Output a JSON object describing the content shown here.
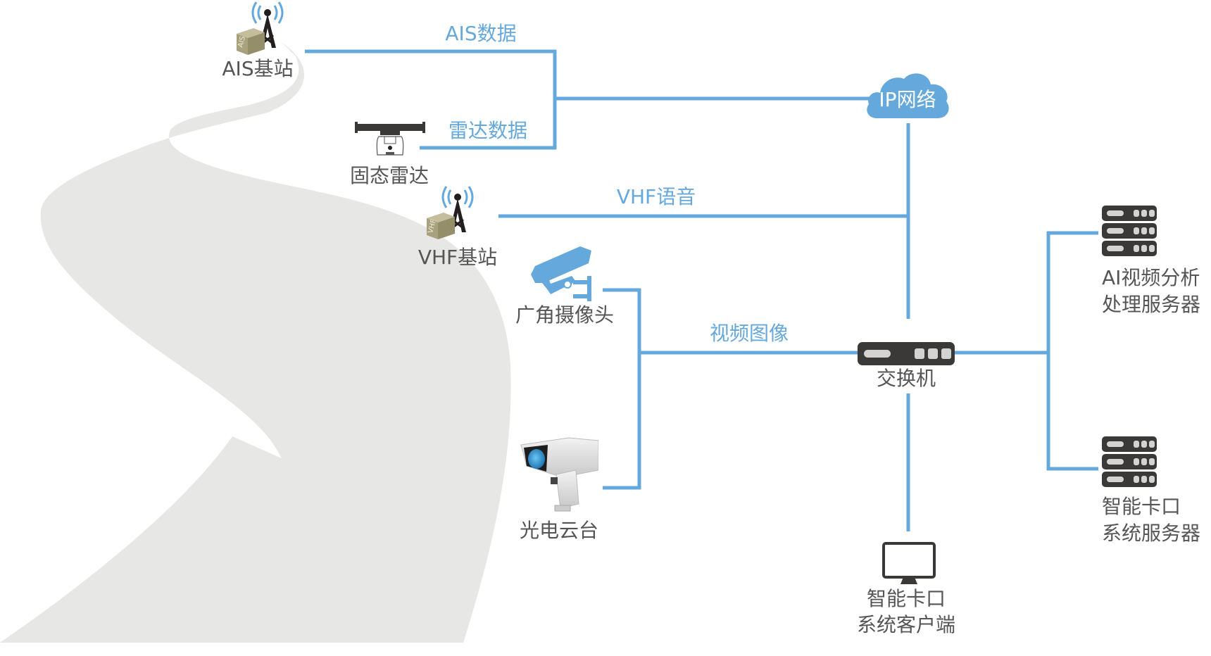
{
  "diagram": {
    "colors": {
      "link": "#65a8dc",
      "road": "#e7e7e6",
      "device_dark": "#3a3938",
      "box_khaki": "#a8a17d",
      "label_text": "#555555"
    },
    "nodes": {
      "ais_station": {
        "label": "AIS基站",
        "box_text": "AIS",
        "icon": "radio-tower-icon"
      },
      "radar": {
        "label": "固态雷达",
        "icon": "solid-state-radar-icon"
      },
      "vhf_station": {
        "label": "VHF基站",
        "box_text": "VHF",
        "icon": "radio-tower-icon"
      },
      "wide_camera": {
        "label": "广角摄像头",
        "icon": "security-camera-icon"
      },
      "ptz_camera": {
        "label": "光电云台",
        "icon": "ptz-camera-icon"
      },
      "ip_network": {
        "label": "IP网络",
        "icon": "cloud-icon"
      },
      "switch": {
        "label": "交换机",
        "icon": "network-switch-icon"
      },
      "ai_server": {
        "label_line1": "AI视频分析",
        "label_line2": "处理服务器",
        "icon": "server-rack-icon"
      },
      "checkpoint_server": {
        "label_line1": "智能卡口",
        "label_line2": "系统服务器",
        "icon": "server-rack-icon"
      },
      "client": {
        "label_line1": "智能卡口",
        "label_line2": "系统客户端",
        "icon": "monitor-icon"
      }
    },
    "links": {
      "ais_data": "AIS数据",
      "radar_data": "雷达数据",
      "vhf_voice": "VHF语音",
      "video_image": "视频图像"
    }
  }
}
